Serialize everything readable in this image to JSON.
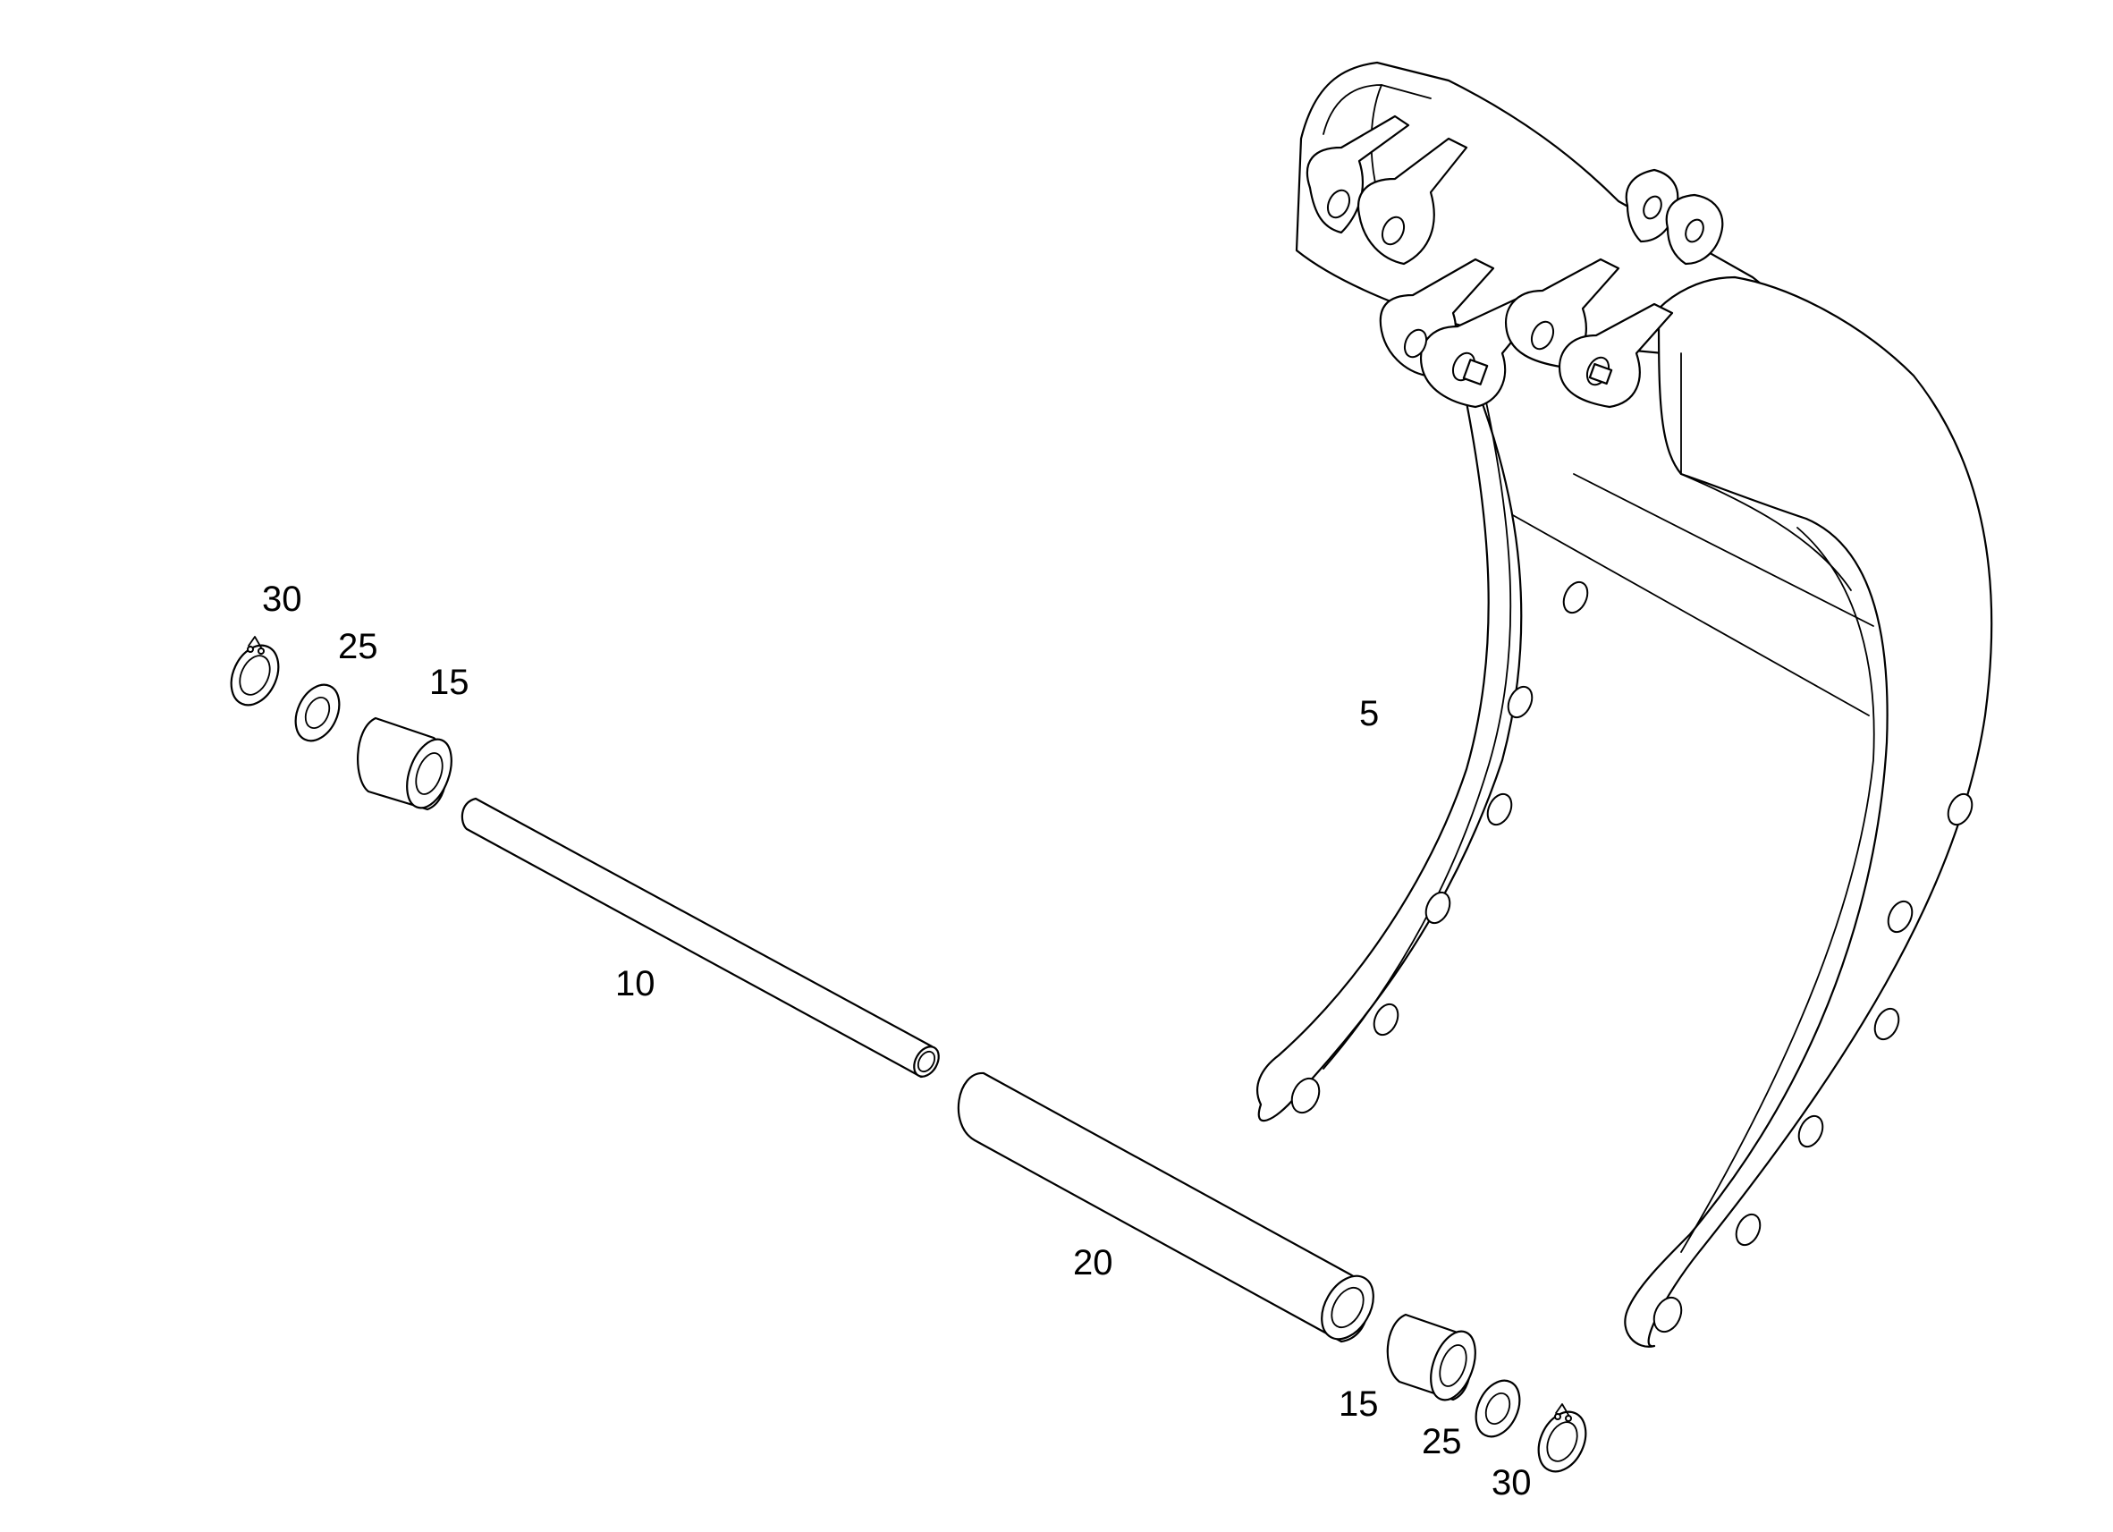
{
  "labels": {
    "part_5": "5",
    "part_10": "10",
    "part_15_left": "15",
    "part_15_right": "15",
    "part_20": "20",
    "part_25_left": "25",
    "part_25_right": "25",
    "part_30_left": "30",
    "part_30_right": "30"
  },
  "colors": {
    "line": "#000000",
    "background": "#ffffff"
  }
}
